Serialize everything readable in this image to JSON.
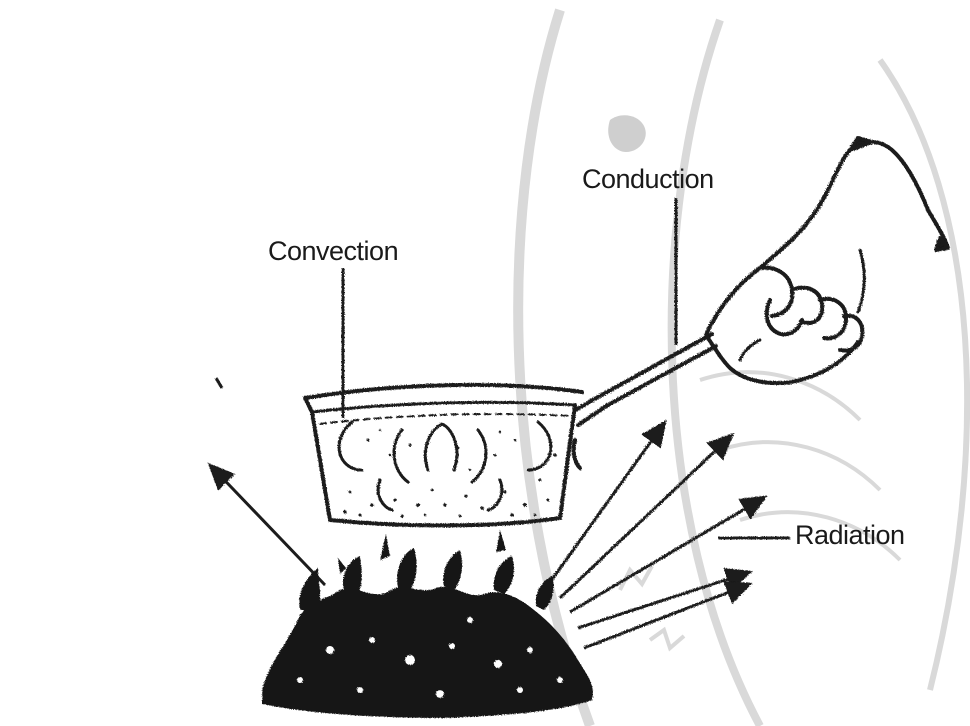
{
  "labels": {
    "convection": "Convection",
    "conduction": "Conduction",
    "radiation": "Radiation"
  },
  "colors": {
    "ink": "#1a1a1a",
    "watermark": "#d6d6d6",
    "background": "#ffffff"
  }
}
